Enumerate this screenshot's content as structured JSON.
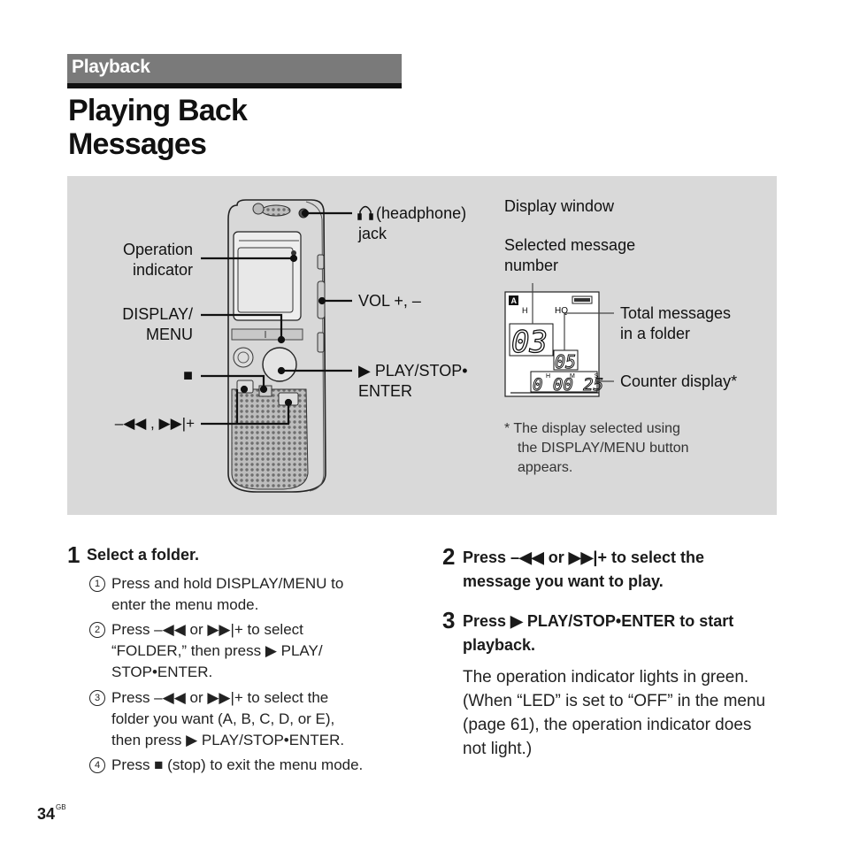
{
  "section": "Playback",
  "title_line1": "Playing Back",
  "title_line2": "Messages",
  "figure": {
    "operation_indicator_1": "Operation",
    "operation_indicator_2": "indicator",
    "display_menu_1": "DISPLAY/",
    "display_menu_2": "MENU",
    "stop_symbol": "■",
    "prev_next": "–◀◀ , ▶▶|+",
    "headphone_1": "(headphone)",
    "headphone_2": "jack",
    "vol": "VOL +, –",
    "play_stop_1": "▶ PLAY/STOP•",
    "play_stop_2": "ENTER",
    "display_window": "Display window",
    "selected_msg_1": "Selected message",
    "selected_msg_2": "number",
    "total_msgs_1": "Total messages",
    "total_msgs_2": "in a folder",
    "counter_display": "Counter display*",
    "lcd_folder": "A",
    "lcd_hq": "HQ",
    "lcd_h_small": "H",
    "lcd_selected": "03",
    "lcd_total": "05",
    "lcd_counter": "0 00 25",
    "lcd_hms": "H M S",
    "note_1": "*  The display selected using",
    "note_2": "the DISPLAY/MENU button",
    "note_3": "appears."
  },
  "steps": {
    "s1_num": "1",
    "s1_title": "Select a folder.",
    "s1_sub1_n": "1",
    "s1_sub1_a": "Press and hold DISPLAY/MENU to",
    "s1_sub1_b": "enter the menu mode.",
    "s1_sub2_n": "2",
    "s1_sub2_a": "Press –◀◀  or ▶▶|+ to select",
    "s1_sub2_b": "“FOLDER,” then press ▶ PLAY/",
    "s1_sub2_c": "STOP•ENTER.",
    "s1_sub3_n": "3",
    "s1_sub3_a": "Press –◀◀  or ▶▶|+ to select the",
    "s1_sub3_b": "folder you want (A, B, C, D, or E),",
    "s1_sub3_c": "then press ▶ PLAY/STOP•ENTER.",
    "s1_sub4_n": "4",
    "s1_sub4_a": "Press ■ (stop) to exit the menu mode.",
    "s2_num": "2",
    "s2_title_a": "Press –◀◀  or ▶▶|+ to select the",
    "s2_title_b": "message you want to play.",
    "s3_num": "3",
    "s3_title_a": "Press ▶ PLAY/STOP•ENTER to start",
    "s3_title_b": "playback.",
    "s3_body_1": "The operation indicator lights in green.",
    "s3_body_2": "(When “LED” is set to “OFF” in the menu",
    "s3_body_3": "(page 61), the operation indicator does",
    "s3_body_4": "not light.)"
  },
  "page_number": "34",
  "page_suffix": "GB"
}
